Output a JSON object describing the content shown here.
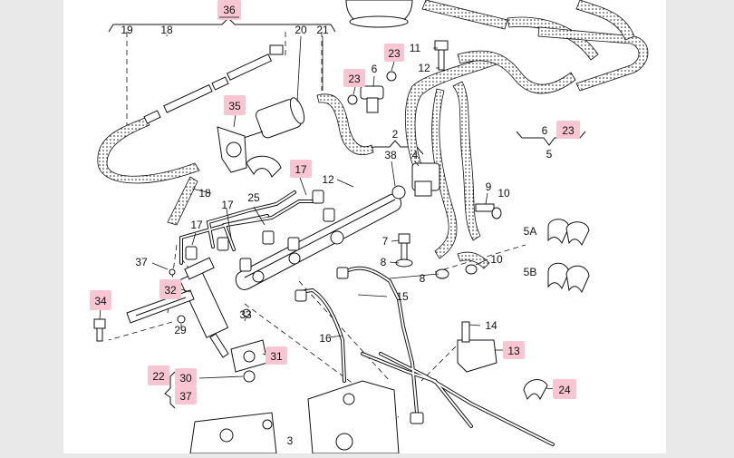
{
  "diagram": {
    "title": "Fuel rail and high-pressure line parts diagram",
    "callouts": {
      "c36": "36",
      "c19": "19",
      "c18a": "18",
      "c20": "20",
      "c21": "21",
      "c11": "11",
      "c23a": "23",
      "c6a": "6",
      "c12a": "12",
      "c23b": "23",
      "c35": "35",
      "c2": "2",
      "c38": "38",
      "c4": "4",
      "c17a": "17",
      "c12b": "12",
      "c18b": "18",
      "c25": "25",
      "c17b": "17",
      "c17c": "17",
      "c9": "9",
      "c10a": "10",
      "c37a": "37",
      "c7": "7",
      "c8a": "8",
      "c10b": "10",
      "c8b": "8",
      "c15": "15",
      "c32": "32",
      "c34": "34",
      "c33": "33",
      "c29": "29",
      "c16": "16",
      "c14": "14",
      "c13": "13",
      "c31": "31",
      "c22": "22",
      "c30": "30",
      "c37b": "37",
      "c24": "24",
      "c3": "3",
      "c6b": "6",
      "c23c": "23",
      "c5": "5",
      "c5a": "5A",
      "c5b": "5B"
    }
  }
}
